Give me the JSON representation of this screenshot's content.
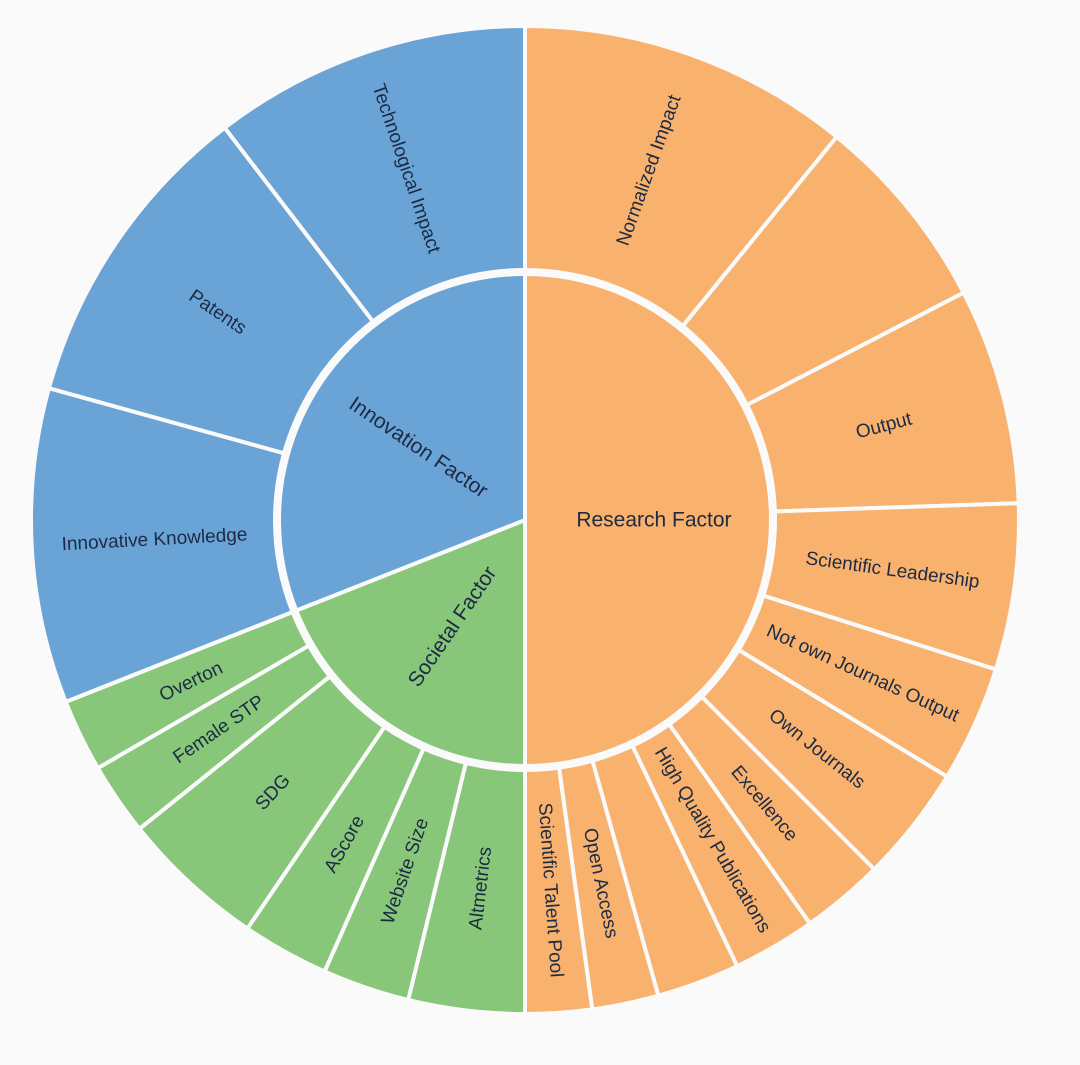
{
  "colors": {
    "research": "#f8b26d",
    "innovation": "#6aa3d6",
    "societal": "#88c67a",
    "background": "#fafafa",
    "label": "#1d2a44"
  },
  "chart_data": {
    "type": "sunburst",
    "groups": [
      {
        "name": "Research Factor",
        "color_key": "research",
        "value": 50,
        "children": [
          {
            "name": "Normalized Impact",
            "value": 10
          },
          {
            "name": "",
            "value": 6
          },
          {
            "name": "Output",
            "value": 6.5
          },
          {
            "name": "Scientific Leadership",
            "value": 5
          },
          {
            "name": "Not own Journals Output",
            "value": 3.5
          },
          {
            "name": "Own Journals",
            "value": 3.5
          },
          {
            "name": "Excellence",
            "value": 2.5
          },
          {
            "name": "High Quality Publications",
            "value": 2.5
          },
          {
            "name": "",
            "value": 2.5
          },
          {
            "name": "Open Access",
            "value": 2
          },
          {
            "name": "Scientific Talent Pool",
            "value": 2
          }
        ]
      },
      {
        "name": "Societal Factor",
        "color_key": "societal",
        "value": 19,
        "children": [
          {
            "name": "Altmetrics",
            "value": 4
          },
          {
            "name": "Website Size",
            "value": 3
          },
          {
            "name": "AScore",
            "value": 3
          },
          {
            "name": "SDG",
            "value": 5
          },
          {
            "name": "Female STP",
            "value": 2.5
          },
          {
            "name": "Overton",
            "value": 2.5
          }
        ]
      },
      {
        "name": "Innovation Factor",
        "color_key": "innovation",
        "value": 31,
        "children": [
          {
            "name": "Innovative Knowledge",
            "value": 10.3
          },
          {
            "name": "Patents",
            "value": 10.3
          },
          {
            "name": "Technological Impact",
            "value": 10.4
          }
        ]
      }
    ]
  }
}
